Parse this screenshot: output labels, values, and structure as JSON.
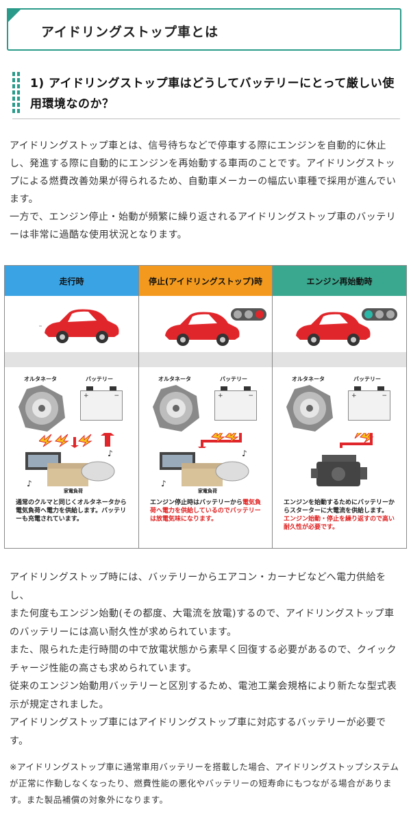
{
  "hero": {
    "title": "アイドリングストップ車とは"
  },
  "section": {
    "heading": "1) アイドリングストップ車はどうしてバッテリーにとって厳しい使用環境なのか？"
  },
  "intro": [
    "アイドリングストップ車とは、信号待ちなどで停車する際にエンジンを自動的に休止し、発進する際に自動的にエンジンを再始動する車両のことです。アイドリングストップによる燃費改善効果が得られるため、自動車メーカーの幅広い車種で採用が進んでいます。",
    "一方で、エンジン停止・始動が頻繁に繰り返されるアイドリングストップ車のバッテリーは非常に過酷な使用状況となります。"
  ],
  "panels": [
    {
      "header": "走行時",
      "header_color": "#3aa3e3",
      "alternator_label": "オルタネータ",
      "battery_label": "バッテリー",
      "load_label": "家電負荷",
      "caption_black": "通常のクルマと同じくオルタネータから電気負荷へ電力を供給します。バッテリーも充電されています。",
      "caption_red": ""
    },
    {
      "header": "停止(アイドリングストップ)時",
      "header_color": "#f39a1e",
      "alternator_label": "オルタネータ",
      "battery_label": "バッテリー",
      "load_label": "家電負荷",
      "caption_black": "エンジン停止時はバッテリーから",
      "caption_red": "電気負荷へ電力を供給しているのでバッテリーは放電気味になります。"
    },
    {
      "header": "エンジン再始動時",
      "header_color": "#3aa88e",
      "alternator_label": "オルタネータ",
      "battery_label": "バッテリー",
      "load_label": "",
      "caption_black": "エンジンを始動するためにバッテリーからスターターに大電流を供給します。",
      "caption_red": "エンジン始動・停止を繰り返すので高い耐久性が必要です。"
    }
  ],
  "body": [
    "アイドリングストップ時には、バッテリーからエアコン・カーナビなどへ電力供給をし、",
    "また何度もエンジン始動(その都度、大電流を放電)するので、アイドリングストップ車のバッテリーには高い耐久性が求められています。",
    "また、限られた走行時間の中で放電状態から素早く回復する必要があるので、クイックチャージ性能の高さも求められています。",
    "従来のエンジン始動用バッテリーと区別するため、電池工業会規格により新たな型式表示が規定されました。",
    "アイドリングストップ車にはアイドリングストップ車に対応するバッテリーが必要です。"
  ],
  "note": "※アイドリングストップ車に通常車用バッテリーを搭載した場合、アイドリングストップシステムが正常に作動しなくなったり、燃費性能の悪化やバッテリーの短寿命にもつながる場合があります。また製品補償の対象外になります。",
  "colors": {
    "accent": "#2a9a8a",
    "car": "#e0262a",
    "bolt": "#f5c518",
    "arrow": "#e0262a"
  }
}
